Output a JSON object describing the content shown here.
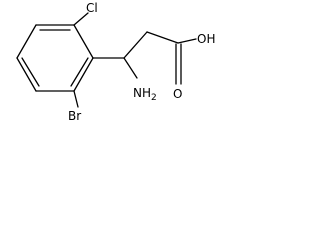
{
  "molecule": {
    "labels": {
      "chlorine": "Cl",
      "bromine": "Br",
      "amino": "NH",
      "amino_subscript": "2",
      "hydroxyl": "OH",
      "carbonyl_oxygen": "O"
    }
  }
}
